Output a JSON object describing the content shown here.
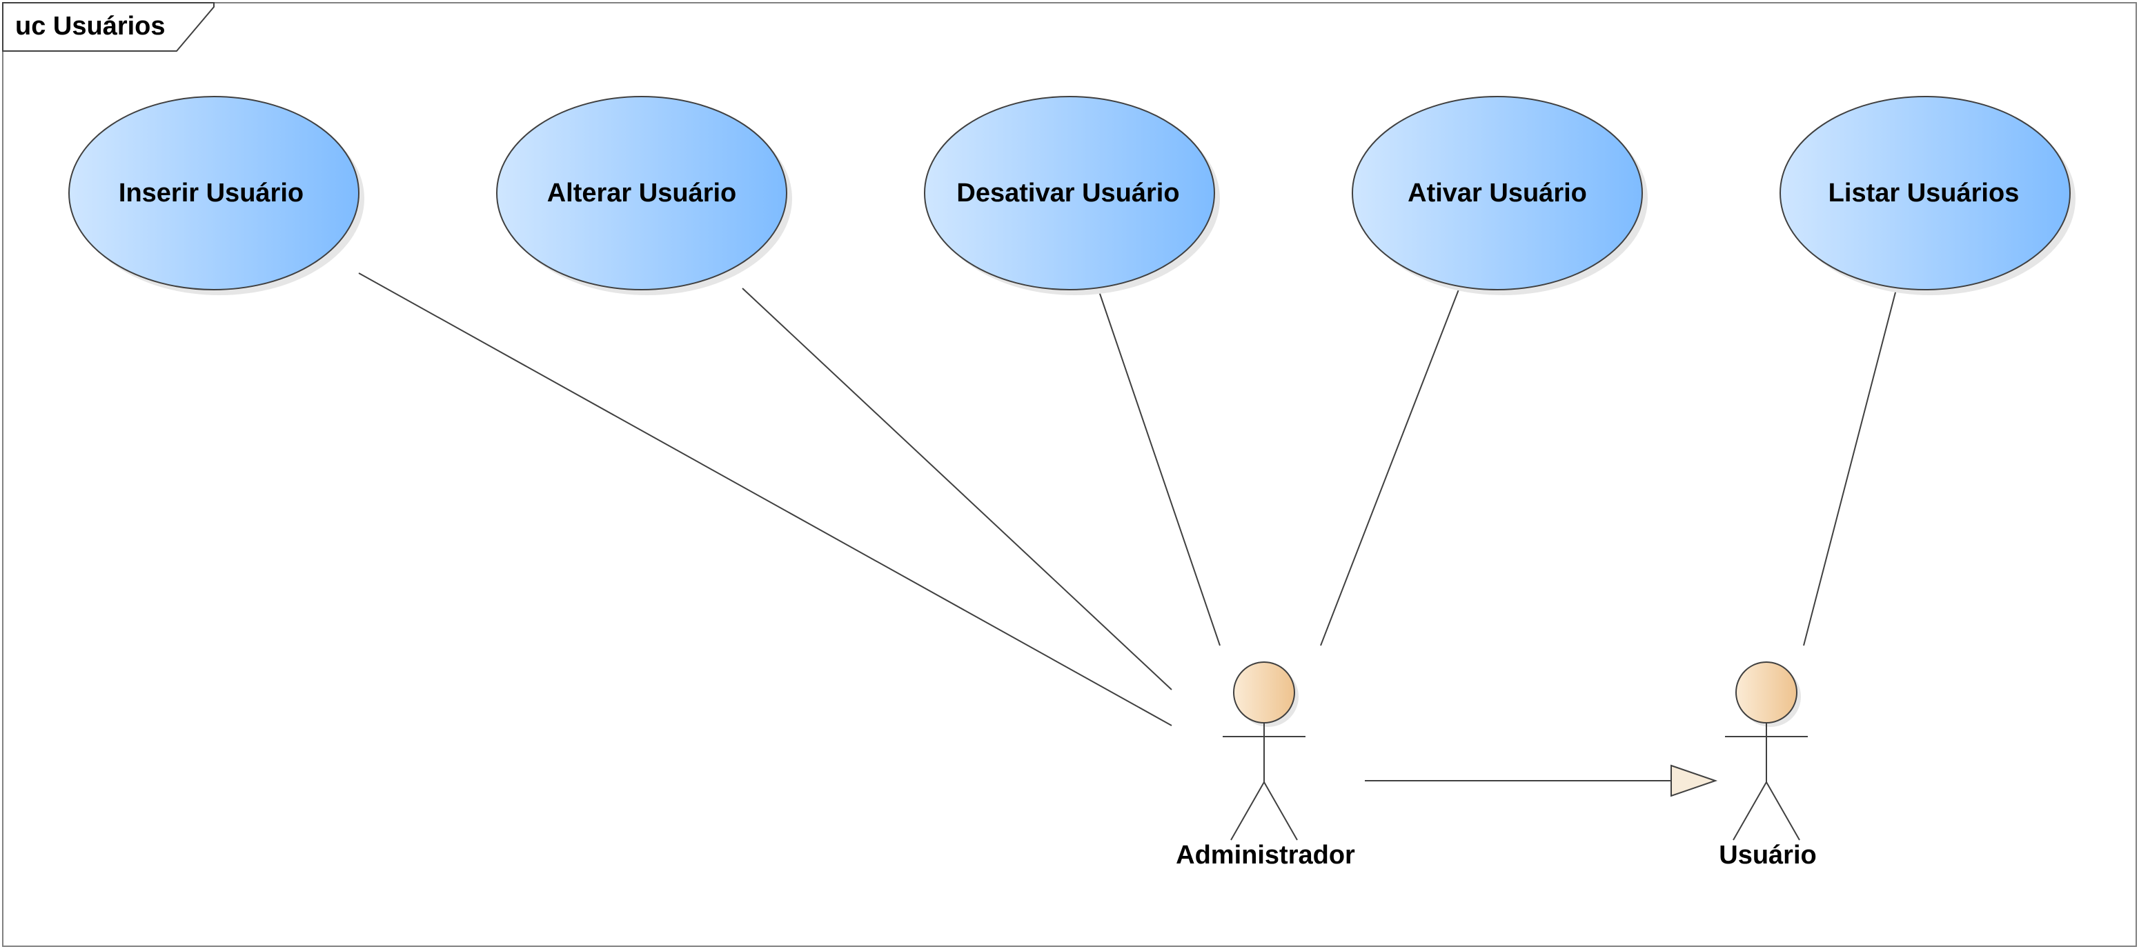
{
  "diagram": {
    "frame_title": "uc Usuários",
    "use_cases": [
      {
        "id": "uc-inserir",
        "label": "Inserir Usuário"
      },
      {
        "id": "uc-alterar",
        "label": "Alterar Usuário"
      },
      {
        "id": "uc-desativar",
        "label": "Desativar Usuário"
      },
      {
        "id": "uc-ativar",
        "label": "Ativar Usuário"
      },
      {
        "id": "uc-listar",
        "label": "Listar Usuários"
      }
    ],
    "actors": [
      {
        "id": "actor-admin",
        "label": "Administrador"
      },
      {
        "id": "actor-usuario",
        "label": "Usuário"
      }
    ],
    "associations": [
      {
        "from": "uc-inserir",
        "to": "actor-admin"
      },
      {
        "from": "uc-alterar",
        "to": "actor-admin"
      },
      {
        "from": "uc-desativar",
        "to": "actor-admin"
      },
      {
        "from": "uc-ativar",
        "to": "actor-admin"
      },
      {
        "from": "uc-listar",
        "to": "actor-usuario"
      }
    ],
    "generalizations": [
      {
        "from": "actor-admin",
        "to": "actor-usuario"
      }
    ],
    "colors": {
      "usecase_light": "#cfe6ff",
      "usecase_dark": "#7fbcff",
      "actor_head_light": "#fbebd5",
      "actor_head_dark": "#eec38f",
      "arrowhead_fill": "#f7ebd9",
      "line": "#404040",
      "frame_border": "#808080"
    }
  }
}
